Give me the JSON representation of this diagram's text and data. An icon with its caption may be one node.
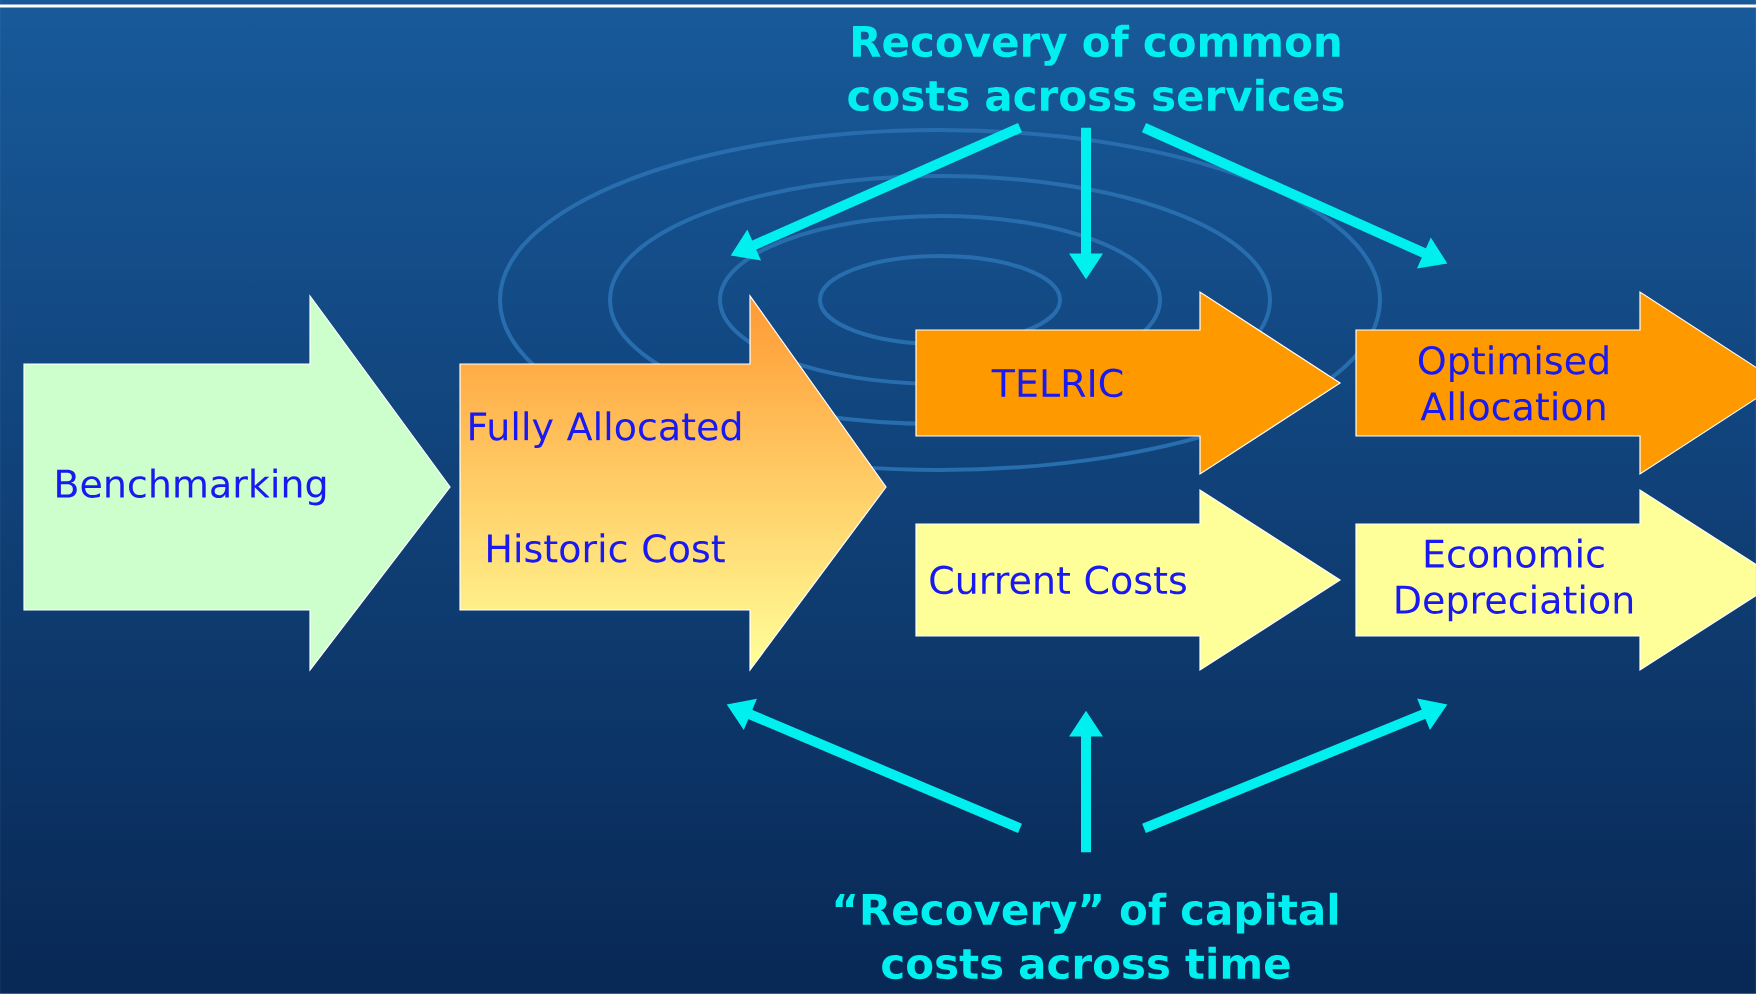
{
  "diagram": {
    "nodes": [
      {
        "text": [
          "Benchmarking"
        ]
      },
      {
        "text": [
          "Fully Allocated",
          "Historic Cost"
        ]
      },
      {
        "text": [
          "TELRIC"
        ]
      },
      {
        "text": [
          "Optimised Allocation"
        ]
      },
      {
        "text": [
          "Current Costs"
        ]
      },
      {
        "text": [
          "Economic Depreciation"
        ]
      },
      {
        "text": [
          "Recovery of common costs across services"
        ]
      },
      {
        "text": [
          "“Recovery” of capital costs across time"
        ]
      }
    ],
    "edges": [
      {
        "from": 6,
        "to": 1,
        "arrow": "to"
      },
      {
        "from": 6,
        "to": 2,
        "arrow": "to"
      },
      {
        "from": 6,
        "to": 3,
        "arrow": "to"
      },
      {
        "from": 7,
        "to": 1,
        "arrow": "to"
      },
      {
        "from": 7,
        "to": 4,
        "arrow": "to"
      },
      {
        "from": 7,
        "to": 5,
        "arrow": "to"
      }
    ]
  }
}
